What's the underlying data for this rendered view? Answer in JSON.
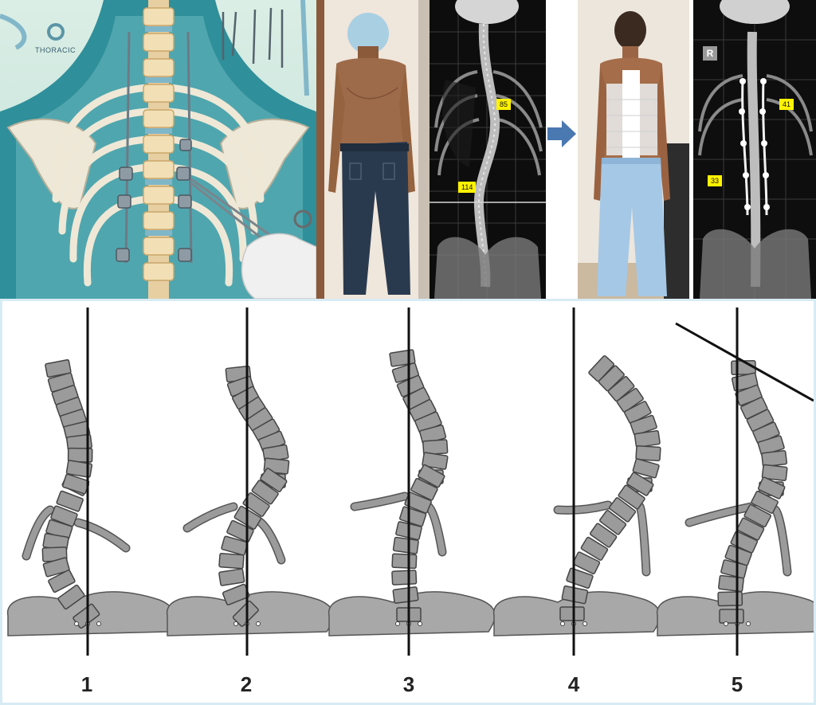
{
  "top_row": {
    "illustration": {
      "text": "THORACIC"
    },
    "xray_before": {
      "angles": [
        "85",
        "114"
      ]
    },
    "xray_after": {
      "marker": "R",
      "angles": [
        "41",
        "33"
      ]
    }
  },
  "diagram": {
    "labels": [
      "1",
      "2",
      "3",
      "4",
      "5"
    ]
  },
  "colors": {
    "frame": "#d7ebf4",
    "vertebra": "#9b9b9b",
    "pelvis": "#a8a8a8",
    "tag": "#fff200",
    "arrow": "#4a78b0"
  },
  "icons": [
    "surgical-instrument-icon",
    "arrow-right-icon",
    "scissors-icon"
  ]
}
